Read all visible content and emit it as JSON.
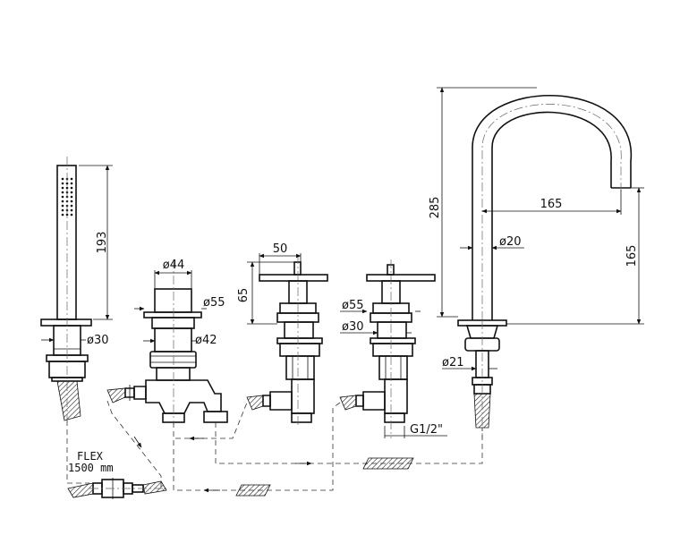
{
  "dimensions": {
    "hand_shower_length": "193",
    "hand_shower_dia": "ø30",
    "diverter_cap_dia": "ø44",
    "diverter_ring_dia": "ø55",
    "diverter_body_dia": "ø42",
    "handle_width": "50",
    "handle_height": "65",
    "valve_ring_dia": "ø55",
    "valve_body_dia": "ø30",
    "connection_thread": "G1/2\"",
    "spout_height": "285",
    "spout_reach": "165",
    "spout_outlet_height": "165",
    "spout_tube_dia": "ø20",
    "spout_shank_dia": "ø21"
  },
  "flex_label": {
    "line1": "FLEX",
    "line2": "1500 mm"
  },
  "colors": {
    "line": "#111111",
    "hatch": "#222222"
  }
}
